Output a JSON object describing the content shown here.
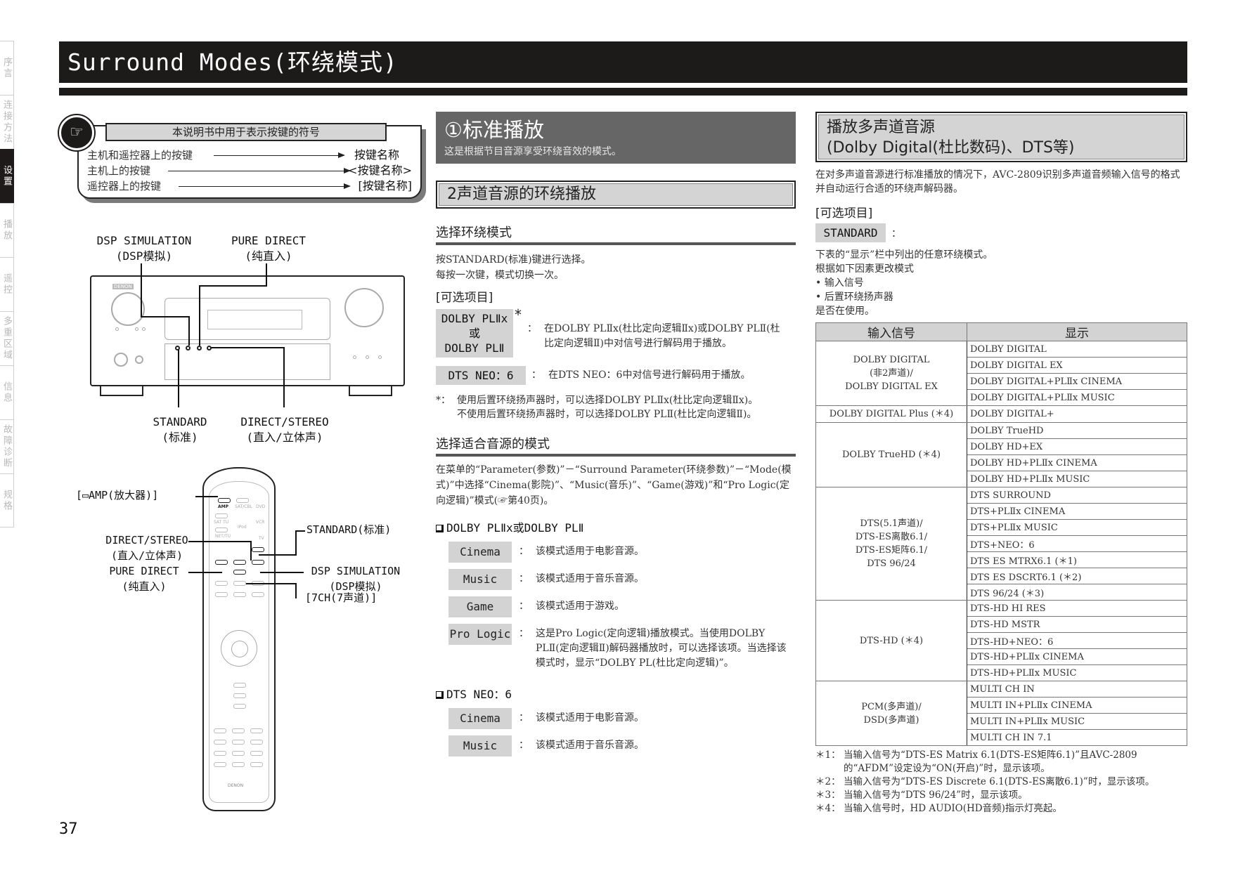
{
  "side_tabs": [
    {
      "label": "序言",
      "active": false
    },
    {
      "label": "连接方法",
      "active": false
    },
    {
      "label": "设置",
      "active": true
    },
    {
      "label": "播放",
      "active": false
    },
    {
      "label": "遥控",
      "active": false
    },
    {
      "label": "多重区域",
      "active": false
    },
    {
      "label": "信息",
      "active": false
    },
    {
      "label": "故障诊断",
      "active": false
    },
    {
      "label": "规格",
      "active": false
    }
  ],
  "header": {
    "title": "Surround Modes(环绕模式)"
  },
  "legend": {
    "icon": "pointing-hand-icon",
    "title": "本说明书中用于表示按键的符号",
    "rows": [
      {
        "label": "主机和遥控器上的按键",
        "value": "按键名称"
      },
      {
        "label": "主机上的按键",
        "value": "<按键名称>"
      },
      {
        "label": "遥控器上的按键",
        "value": "[按键名称]"
      }
    ]
  },
  "receiver_diagram": {
    "brand": "DENON",
    "callouts": {
      "dsp_simulation": {
        "line1": "DSP SIMULATION",
        "line2": "(DSP模拟)"
      },
      "pure_direct": {
        "line1": "PURE DIRECT",
        "line2": "(纯直入)"
      },
      "standard": {
        "line1": "STANDARD",
        "line2": "(标准)"
      },
      "direct_stereo": {
        "line1": "DIRECT/STEREO",
        "line2": "(直入/立体声)"
      }
    }
  },
  "remote_diagram": {
    "labels": {
      "amp": "[▭AMP(放大器)]",
      "direct_stereo_1": "DIRECT/STEREO",
      "direct_stereo_2": "(直入/立体声)",
      "pure_direct_1": "PURE DIRECT",
      "pure_direct_2": "(纯直入)",
      "standard": "STANDARD(标准)",
      "dsp_1": "DSP SIMULATION",
      "dsp_2": "(DSP模拟)",
      "seven_ch": "[7CH(7声道)]"
    },
    "key_texts": [
      "AMP",
      "SAT/CBL",
      "DVD",
      "SAT TU",
      "IPod",
      "VCR",
      "NET/TU",
      "TV",
      "DENON"
    ]
  },
  "page_number": "37",
  "middle": {
    "header_title": "①标准播放",
    "header_subtitle": "这是根据节目音源享受环绕音效的模式。",
    "sub_header": "2声道音源的环绕播放",
    "section1": {
      "title": "选择环绕模式",
      "lines": [
        "按STANDARD(标准)键进行选择。",
        "每按一次键，模式切换一次。"
      ],
      "options_label": "[可选项目]",
      "options": [
        {
          "key_line1": "DOLBY PLⅡx",
          "key_line2": "或",
          "key_line3": "DOLBY PLⅡ",
          "mark": "*",
          "desc": "在DOLBY PLⅡx(杜比定向逻辑Ⅱx)或DOLBY PLⅡ(杜比定向逻辑Ⅱ)中对信号进行解码用于播放。"
        },
        {
          "key": "DTS NEO：6",
          "desc": "在DTS NEO：6中对信号进行解码用于播放。"
        }
      ],
      "note_mark": "*：",
      "note_line1": "使用后置环绕扬声器时，可以选择DOLBY PLⅡx(杜比定向逻辑Ⅱx)。",
      "note_line2": "不使用后置环绕扬声器时，可以选择DOLBY PLⅡ(杜比定向逻辑Ⅱ)。"
    },
    "section2": {
      "title": "选择适合音源的模式",
      "intro": "在菜单的“Parameter(参数)”－“Surround Parameter(环绕参数)”－“Mode(模式)”中选择“Cinema(影院)”、“Music(音乐)”、“Game(游戏)”和“Pro Logic(定向逻辑)”模式(☞第40页)。",
      "group1_title": "DOLBY PLⅡx或DOLBY PLⅡ",
      "group1_modes": [
        {
          "key": "Cinema",
          "desc": "该模式适用于电影音源。"
        },
        {
          "key": "Music",
          "desc": "该模式适用于音乐音源。"
        },
        {
          "key": "Game",
          "desc": "该模式适用于游戏。"
        },
        {
          "key": "Pro Logic",
          "desc": "这是Pro Logic(定向逻辑)播放模式。当使用DOLBY PLⅡ(定向逻辑Ⅱ)解码器播放时，可以选择该项。当选择该模式时，显示“DOLBY PL(杜比定向逻辑)”。"
        }
      ],
      "group2_title": "DTS NEO：6",
      "group2_modes": [
        {
          "key": "Cinema",
          "desc": "该模式适用于电影音源。"
        },
        {
          "key": "Music",
          "desc": "该模式适用于音乐音源。"
        }
      ]
    }
  },
  "right": {
    "header_line1": "播放多声道音源",
    "header_line2": "(Dolby Digital(杜比数码)、DTS等)",
    "intro": "在对多声道音源进行标准播放的情况下，AVC-2809识别多声道音频输入信号的格式并自动运行合适的环绕声解码器。",
    "options_label": "[可选项目]",
    "option_key": "STANDARD",
    "option_colon": "：",
    "desc_lines": [
      "下表的“显示”栏中列出的任意环绕模式。",
      "根据如下因素更改模式",
      "• 输入信号",
      "• 后置环绕扬声器",
      "是否在使用。"
    ],
    "table": {
      "headers": [
        "输入信号",
        "显示"
      ],
      "groups": [
        {
          "input": "DOLBY DIGITAL\n(非2声道)/\nDOLBY DIGITAL EX",
          "displays": [
            "DOLBY DIGITAL",
            "DOLBY DIGITAL EX",
            "DOLBY DIGITAL+PLⅡx CINEMA",
            "DOLBY DIGITAL+PLⅡx MUSIC"
          ]
        },
        {
          "input": "DOLBY DIGITAL Plus (＊4)",
          "displays": [
            "DOLBY DIGITAL+"
          ]
        },
        {
          "input": "DOLBY TrueHD (＊4)",
          "displays": [
            "DOLBY TrueHD",
            "DOLBY HD+EX",
            "DOLBY HD+PLⅡx CINEMA",
            "DOLBY HD+PLⅡx MUSIC"
          ]
        },
        {
          "input": "DTS(5.1声道)/\nDTS-ES离散6.1/\nDTS-ES矩阵6.1/\nDTS 96/24",
          "displays": [
            "DTS SURROUND",
            "DTS+PLⅡx CINEMA",
            "DTS+PLⅡx MUSIC",
            "DTS+NEO：6",
            "DTS ES MTRX6.1 (＊1)",
            "DTS ES DSCRT6.1 (＊2)",
            "DTS 96/24 (＊3)"
          ]
        },
        {
          "input": "DTS-HD (＊4)",
          "displays": [
            "DTS-HD HI RES",
            "DTS-HD MSTR",
            "DTS-HD+NEO：6",
            "DTS-HD+PLⅡx CINEMA",
            "DTS-HD+PLⅡx MUSIC"
          ]
        },
        {
          "input": "PCM(多声道)/\nDSD(多声道)",
          "displays": [
            "MULTI CH IN",
            "MULTI IN+PLⅡx CINEMA",
            "MULTI IN+PLⅡx MUSIC",
            "MULTI CH IN 7.1"
          ]
        }
      ]
    },
    "footnotes": [
      {
        "key": "＊1：",
        "text": "当输入信号为“DTS-ES Matrix 6.1(DTS-ES矩阵6.1)”且AVC-2809的“AFDM”设定设为“ON(开启)”时，显示该项。"
      },
      {
        "key": "＊2：",
        "text": "当输入信号为“DTS-ES Discrete 6.1(DTS-ES离散6.1)”时，显示该项。"
      },
      {
        "key": "＊3：",
        "text": "当输入信号为“DTS 96/24”时，显示该项。"
      },
      {
        "key": "＊4：",
        "text": "当输入信号时，HD AUDIO(HD音频)指示灯亮起。"
      }
    ]
  }
}
